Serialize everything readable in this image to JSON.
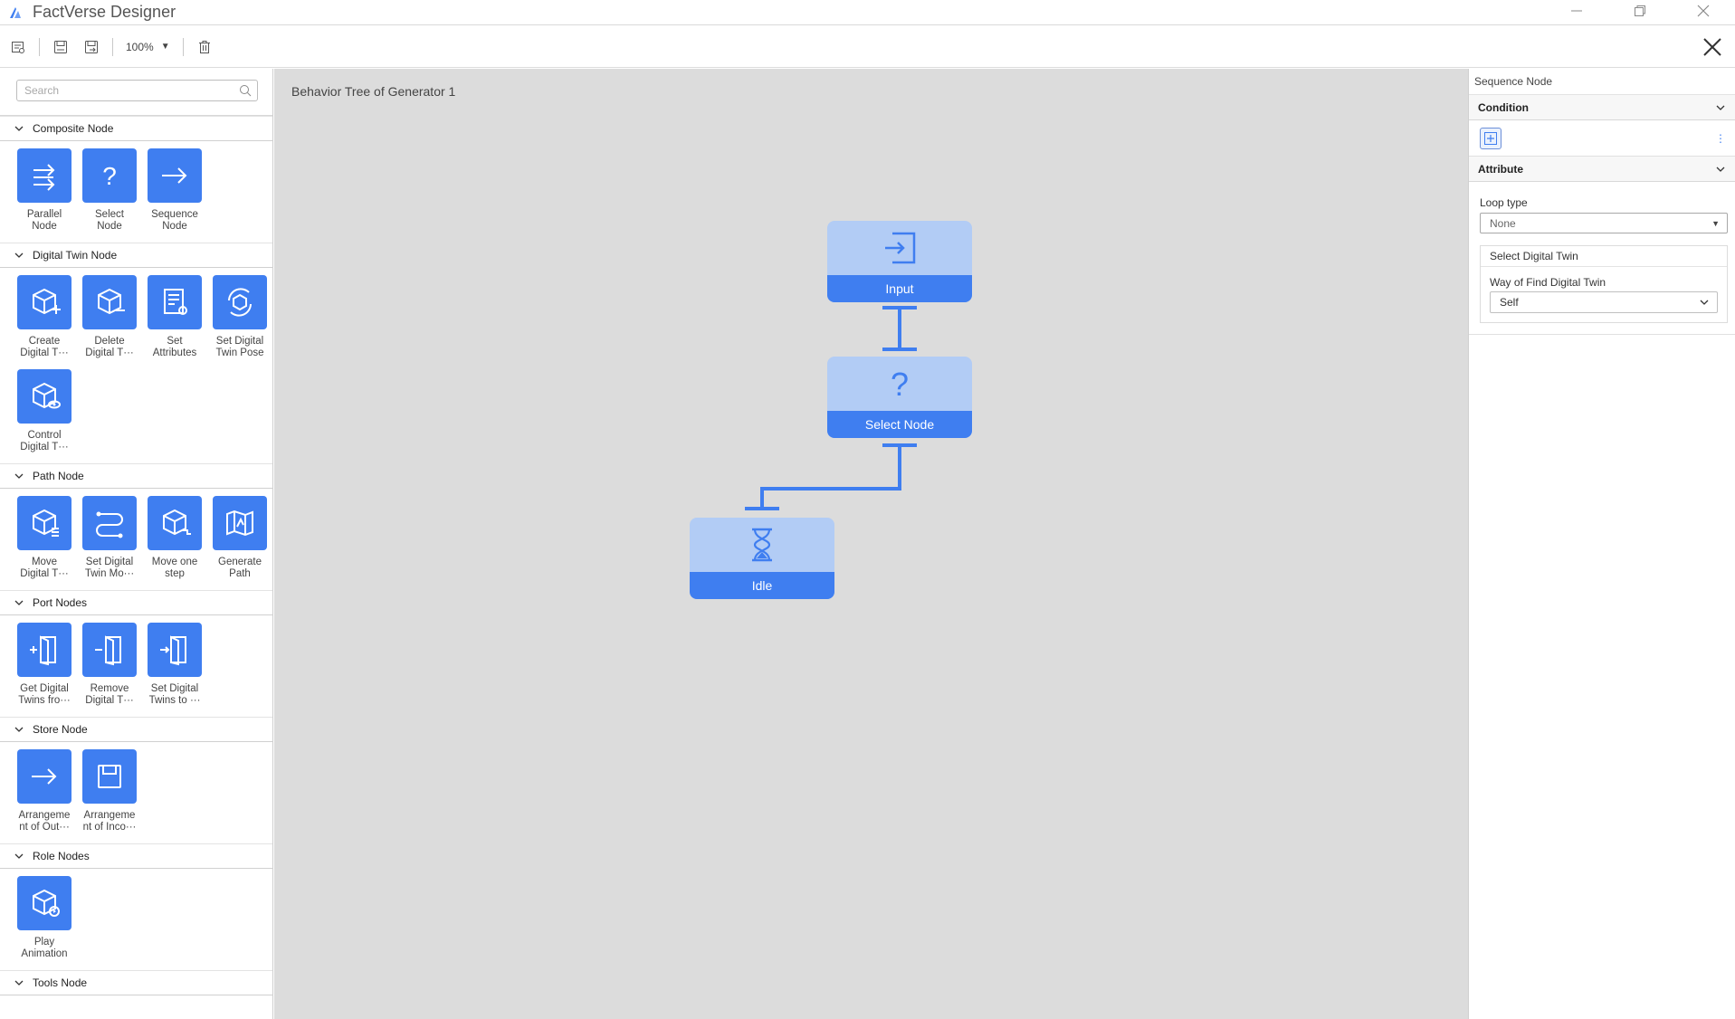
{
  "app": {
    "title": "FactVerse Designer",
    "accent_color": "#3f7ef0",
    "node_body_color": "#b2ccf5",
    "canvas_color": "#dcdcdc"
  },
  "toolbar": {
    "zoom_value": "100%",
    "buttons": [
      "properties-icon",
      "save-icon",
      "save-as-icon",
      "trash-icon"
    ]
  },
  "sidebar": {
    "search_placeholder": "Search",
    "sections": [
      {
        "title": "Composite Node",
        "items": [
          {
            "label": "Parallel\nNode",
            "icon": "parallel-icon"
          },
          {
            "label": "Select\nNode",
            "icon": "question-icon"
          },
          {
            "label": "Sequence\nNode",
            "icon": "arrow-right-icon"
          }
        ]
      },
      {
        "title": "Digital Twin Node",
        "items": [
          {
            "label": "Create\nDigital T···",
            "icon": "cube-plus-icon"
          },
          {
            "label": "Delete\nDigital T···",
            "icon": "cube-minus-icon"
          },
          {
            "label": "Set\nAttributes",
            "icon": "attributes-gear-icon"
          },
          {
            "label": "Set Digital\nTwin Pose",
            "icon": "cube-rotate-icon"
          },
          {
            "label": "Control\nDigital T···",
            "icon": "cube-eye-icon"
          }
        ]
      },
      {
        "title": "Path Node",
        "items": [
          {
            "label": "Move\nDigital T···",
            "icon": "cube-path-icon"
          },
          {
            "label": "Set Digital\nTwin Mo···",
            "icon": "route-icon"
          },
          {
            "label": "Move one\nstep",
            "icon": "cube-step-icon"
          },
          {
            "label": "Generate\nPath",
            "icon": "map-icon"
          }
        ]
      },
      {
        "title": "Port Nodes",
        "items": [
          {
            "label": "Get Digital\nTwins fro···",
            "icon": "door-in-icon"
          },
          {
            "label": "Remove\nDigital T···",
            "icon": "door-minus-icon"
          },
          {
            "label": "Set Digital\nTwins to ···",
            "icon": "door-enter-icon"
          }
        ]
      },
      {
        "title": "Store Node",
        "items": [
          {
            "label": "Arrangeme\nnt of Out···",
            "icon": "arrow-right-icon"
          },
          {
            "label": "Arrangeme\nnt of Inco···",
            "icon": "floppy-icon"
          }
        ]
      },
      {
        "title": "Role Nodes",
        "items": [
          {
            "label": "Play\nAnimation",
            "icon": "cube-play-icon"
          }
        ]
      },
      {
        "title": "Tools Node",
        "items": []
      }
    ]
  },
  "canvas": {
    "title": "Behavior Tree of Generator 1",
    "nodes": [
      {
        "label": "Input",
        "icon": "input-icon"
      },
      {
        "label": "Select Node",
        "icon": "question-icon"
      },
      {
        "label": "Idle",
        "icon": "hourglass-icon"
      }
    ]
  },
  "panel": {
    "title": "Sequence Node",
    "condition_header": "Condition",
    "attribute_header": "Attribute",
    "loop_type_label": "Loop type",
    "loop_type_value": "None",
    "select_twin_header": "Select Digital Twin",
    "way_label": "Way of Find Digital Twin",
    "way_value": "Self"
  }
}
